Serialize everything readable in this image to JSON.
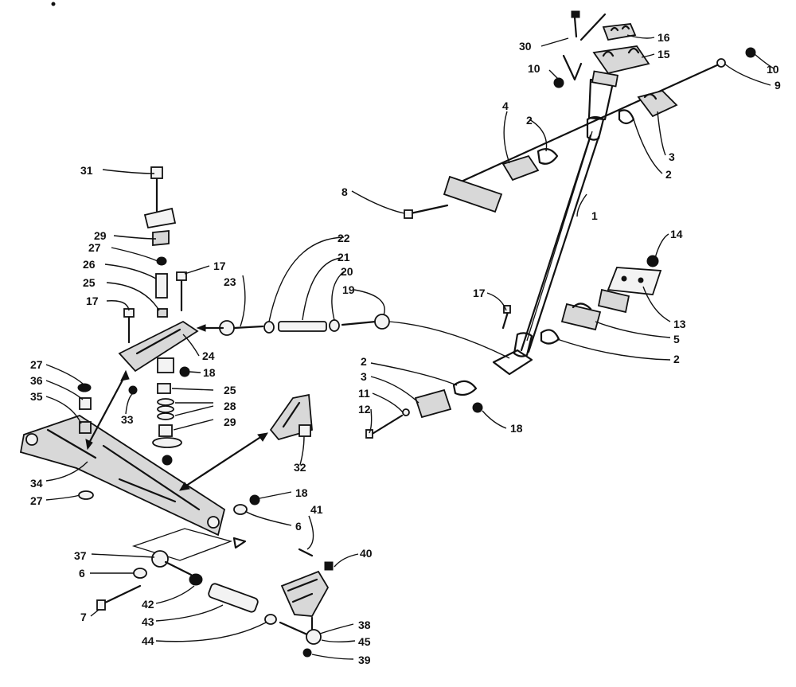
{
  "diagram": {
    "colors": {
      "ink": "#111111",
      "shade": "#d8d8d8",
      "paper": "#ffffff"
    },
    "part_labels": [
      "30",
      "16",
      "15",
      "10",
      "10",
      "9",
      "4",
      "2",
      "3",
      "2",
      "8",
      "1",
      "14",
      "13",
      "5",
      "2",
      "17",
      "31",
      "29",
      "27",
      "26",
      "25",
      "17",
      "17",
      "23",
      "22",
      "21",
      "20",
      "19",
      "24",
      "18",
      "27",
      "36",
      "35",
      "33",
      "25",
      "28",
      "29",
      "2",
      "3",
      "11",
      "12",
      "18",
      "32",
      "34",
      "27",
      "18",
      "6",
      "41",
      "40",
      "37",
      "6",
      "42",
      "43",
      "7",
      "44",
      "38",
      "45",
      "39"
    ]
  }
}
